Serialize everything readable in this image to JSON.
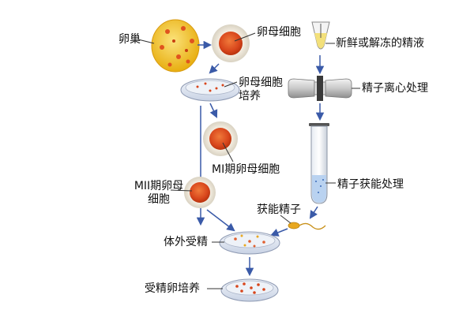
{
  "labels": {
    "ovary": "卵巢",
    "oocyte": "卵母细胞",
    "oocyte_culture": "卵母细胞培养",
    "mi_oocyte": "MI期卵母细胞",
    "mii_oocyte": "MII期卵母细胞",
    "fresh_or_thawed_semen": "新鲜或解冻的精液",
    "sperm_centrifugation": "精子离心处理",
    "sperm_capacitation": "精子获能处理",
    "capacitated_sperm": "获能精子",
    "in_vitro_fertilization": "体外受精",
    "fertilized_egg_culture": "受精卵培养"
  },
  "colors": {
    "arrow": "#3a5aa8",
    "cell": "#d8461c",
    "ovary": "#f0c020",
    "dish": "#dfe6f2"
  }
}
